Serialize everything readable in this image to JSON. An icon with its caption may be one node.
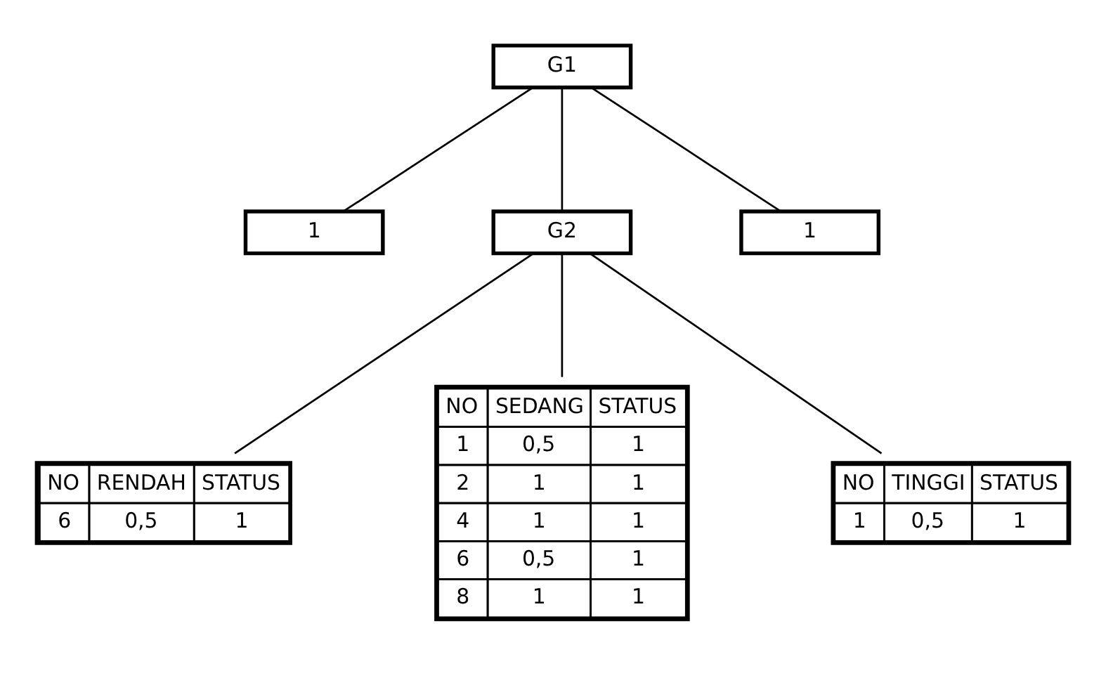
{
  "diagram": {
    "nodes": [
      {
        "text": [
          "G1"
        ]
      },
      {
        "text": [
          "1"
        ]
      },
      {
        "text": [
          "G2"
        ]
      },
      {
        "text": [
          "1"
        ]
      },
      {
        "text": [
          "NO",
          "RENDAH",
          "STATUS",
          "6",
          "0,5",
          "1"
        ]
      },
      {
        "text": [
          "NO",
          "SEDANG",
          "STATUS",
          "1",
          "0,5",
          "1",
          "2",
          "1",
          "1",
          "4",
          "1",
          "1",
          "6",
          "0,5",
          "1",
          "8",
          "1",
          "1"
        ]
      },
      {
        "text": [
          "NO",
          "TINGGI",
          "STATUS",
          "1",
          "0,5",
          "1"
        ]
      }
    ],
    "edges": [
      {
        "from": 0,
        "to": 1,
        "arrow": "none"
      },
      {
        "from": 0,
        "to": 2,
        "arrow": "none"
      },
      {
        "from": 0,
        "to": 3,
        "arrow": "none"
      },
      {
        "from": 2,
        "to": 4,
        "arrow": "none"
      },
      {
        "from": 2,
        "to": 5,
        "arrow": "none"
      },
      {
        "from": 2,
        "to": 6,
        "arrow": "none"
      }
    ]
  }
}
